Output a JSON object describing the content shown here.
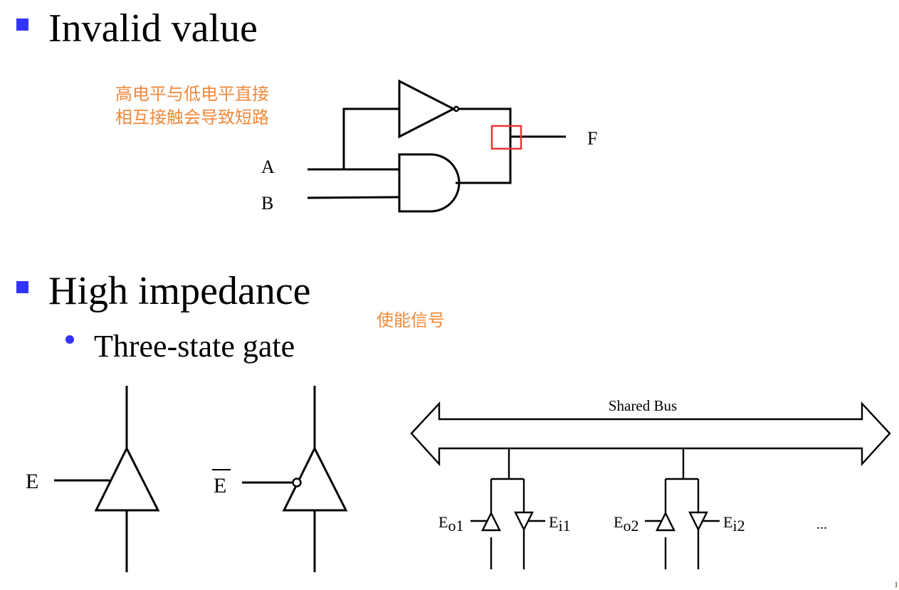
{
  "slide": {
    "section1": {
      "bullet_icon": "square-bullet",
      "heading": "Invalid value",
      "annotation_lines": [
        "高电平与低电平直接",
        "相互接触会导致短路"
      ],
      "annotation_color": "#f0883a",
      "circuit": {
        "inputs": [
          "A",
          "B"
        ],
        "output": "F",
        "gates": [
          "inverter",
          "and-gate"
        ],
        "highlight_color": "#ee3333"
      }
    },
    "section2": {
      "bullet_icon": "square-bullet",
      "heading": "High impedance",
      "annotation": "使能信号",
      "annotation_color": "#f0883a",
      "sub_bullet": {
        "bullet_icon": "dot-bullet",
        "text": "Three-state gate"
      },
      "gate_symbols": [
        {
          "enable_label": "E",
          "active_low": false
        },
        {
          "enable_label": "E",
          "active_low": true
        }
      ],
      "bus": {
        "label": "Shared Bus",
        "nodes": [
          {
            "out_label_main": "E",
            "out_label_sub": "o1",
            "in_label_main": "E",
            "in_label_sub": "i1"
          },
          {
            "out_label_main": "E",
            "out_label_sub": "o2",
            "in_label_main": "E",
            "in_label_sub": "i2"
          }
        ],
        "ellipsis": "..."
      }
    },
    "bullet_color": "#3333ff",
    "page_number": "1"
  }
}
